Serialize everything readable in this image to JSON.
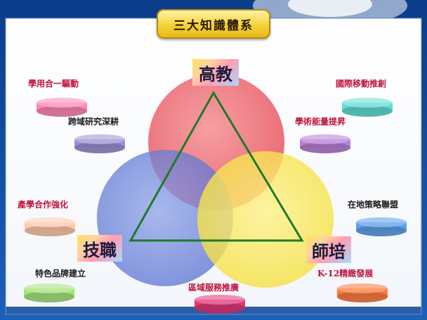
{
  "title": "三大知識體系",
  "circles": [
    {
      "label": "高教",
      "color": "#e8434f"
    },
    {
      "label": "技職",
      "color": "#5872d0"
    },
    {
      "label": "師培",
      "color": "#f6e24a"
    }
  ],
  "items": [
    {
      "text": "學用合一驅動",
      "text_color": "red",
      "disc_color": "#ff86b6"
    },
    {
      "text": "跨域研究深耕",
      "text_color": "dark",
      "disc_color": "#9a8fd2"
    },
    {
      "text": "產學合作強化",
      "text_color": "red",
      "disc_color": "#ffc9a8"
    },
    {
      "text": "特色品牌建立",
      "text_color": "dark",
      "disc_color": "#a6e47a"
    },
    {
      "text": "區域服務推廣",
      "text_color": "red",
      "disc_color": "#e23878"
    },
    {
      "text": "國際移動推創",
      "text_color": "red",
      "disc_color": "#5fdcd5"
    },
    {
      "text": "學術能量提昇",
      "text_color": "red",
      "disc_color": "#b87ed6"
    },
    {
      "text": "在地策略聯盟",
      "text_color": "dark",
      "disc_color": "#5da0e8"
    },
    {
      "text": "K-12精緻發展",
      "text_color": "red",
      "disc_color": "#ff7a3c"
    }
  ]
}
